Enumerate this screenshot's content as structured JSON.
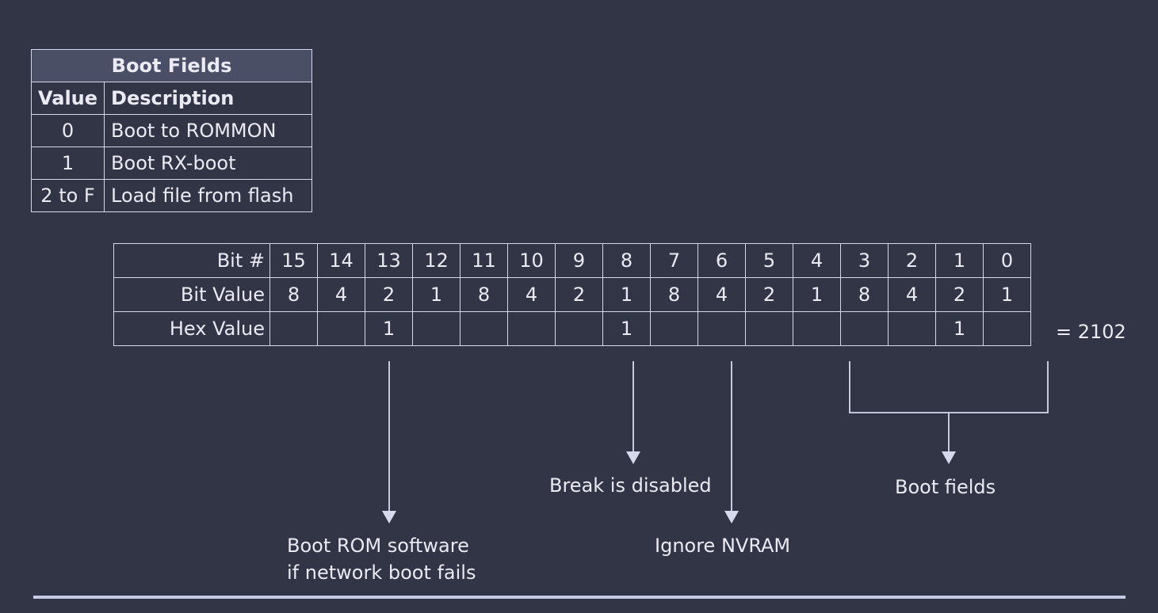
{
  "boot_fields": {
    "title": "Boot Fields",
    "headers": {
      "value": "Value",
      "description": "Description"
    },
    "rows": [
      {
        "value": "0",
        "description": "Boot to ROMMON"
      },
      {
        "value": "1",
        "description": "Boot RX-boot"
      },
      {
        "value": "2 to F",
        "description": "Load file from flash"
      }
    ]
  },
  "register": {
    "rows": [
      {
        "label": "Bit #",
        "cells": [
          "15",
          "14",
          "13",
          "12",
          "11",
          "10",
          "9",
          "8",
          "7",
          "6",
          "5",
          "4",
          "3",
          "2",
          "1",
          "0"
        ]
      },
      {
        "label": "Bit Value",
        "cells": [
          "8",
          "4",
          "2",
          "1",
          "8",
          "4",
          "2",
          "1",
          "8",
          "4",
          "2",
          "1",
          "8",
          "4",
          "2",
          "1"
        ]
      },
      {
        "label": "Hex Value",
        "cells": [
          "",
          "",
          "1",
          "",
          "",
          "",
          "",
          "1",
          "",
          "",
          "",
          "",
          "",
          "",
          "1",
          ""
        ]
      }
    ],
    "result": "= 2102"
  },
  "annotations": {
    "boot_rom": [
      "Boot ROM software",
      "if network boot fails"
    ],
    "break_disabled": "Break is disabled",
    "ignore_nvram": "Ignore NVRAM",
    "boot_fields_label": "Boot fields"
  },
  "colors": {
    "background": "#323546",
    "line": "#d6d8ec",
    "header_fill": "#4b4f66",
    "text": "#e9eaf4"
  }
}
